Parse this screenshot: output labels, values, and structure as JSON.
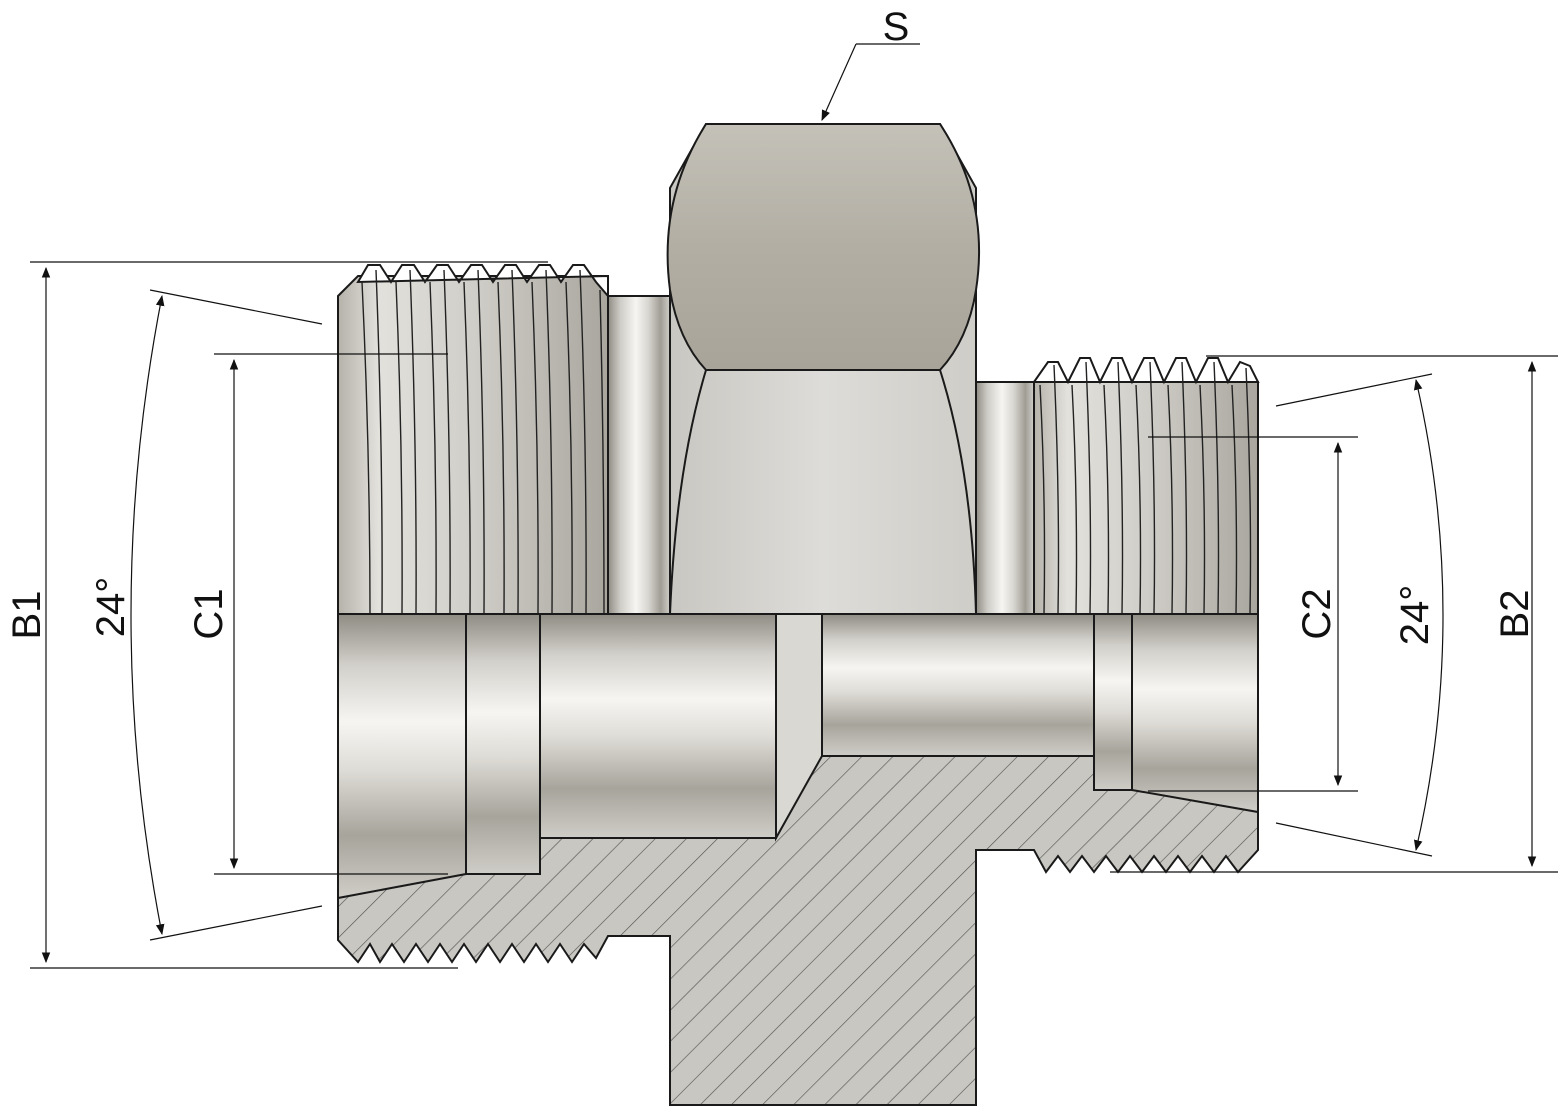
{
  "labels": {
    "hex": "S",
    "b1": "B1",
    "b2": "B2",
    "c1": "C1",
    "c2": "C2",
    "angle_left": "24°",
    "angle_right": "24°"
  },
  "colors": {
    "hex_top": "#b4b0a6",
    "hex_front": "#d6d5d1",
    "metal_light": "#f4f3f0",
    "metal_mid": "#cfcdc7",
    "metal_dark": "#8f8c84",
    "section_fill": "#c9c7c1",
    "hatch": "#555555"
  }
}
